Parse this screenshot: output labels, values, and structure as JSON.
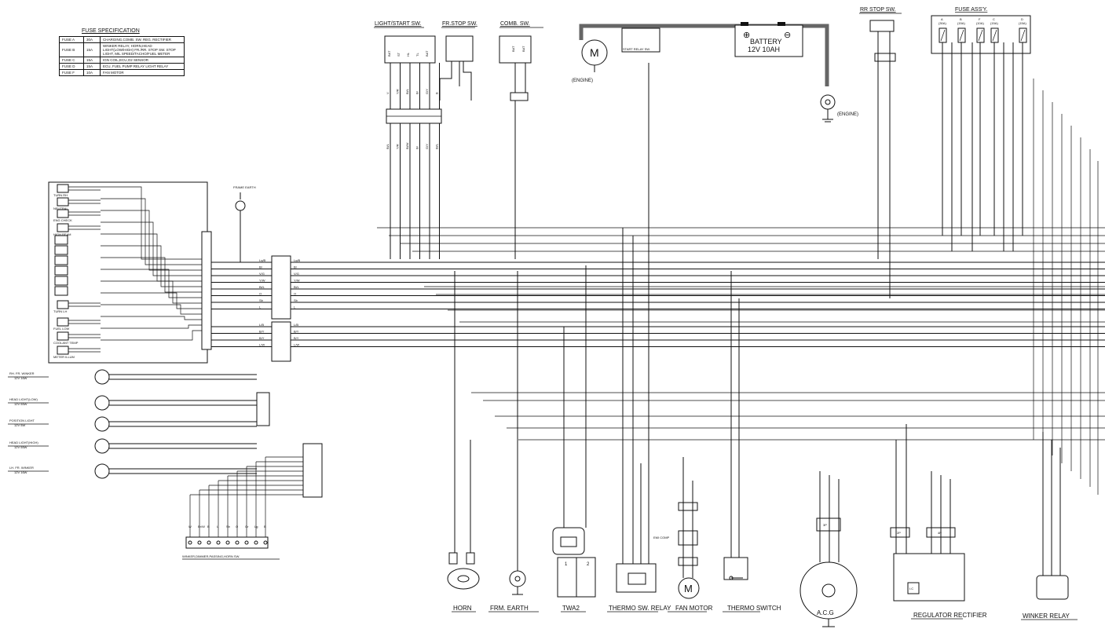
{
  "fuse_spec": {
    "title": "FUSE SPECIFICATION",
    "rows": [
      {
        "fuse": "FUSE A",
        "amp": "30A",
        "circuits": "CHARGING,COMB. SW. REG. RECTIFIER"
      },
      {
        "fuse": "FUSE B",
        "amp": "15A",
        "circuits": "WINKER RELAY, HORN,HEAD LIGHT(LOW/HIGH) FR./RR. STOP SW. STOP LIGHT, MIL SPEED/TACHO/FUEL METER"
      },
      {
        "fuse": "FUSE C",
        "amp": "15A",
        "circuits": "IGN COIL,ECU,O2 SENSOR"
      },
      {
        "fuse": "FUSE D",
        "amp": "15A",
        "circuits": "ECU, FUEL PUMP RELAY LIGHT RELAY"
      },
      {
        "fuse": "FUSE F",
        "amp": "10A",
        "circuits": "FAN MOTOR"
      }
    ]
  },
  "headers": {
    "light_start": "LIGHT/START SW.",
    "fr_stop": "FR.STOP SW.",
    "comb": "COMB. SW.",
    "rr_stop": "RR STOP SW.",
    "fuse_assy": "FUSE ASS'Y."
  },
  "battery": {
    "label": "BATTERY",
    "spec": "12V 10AH"
  },
  "engine_labels": {
    "motor": "(ENGINE)",
    "ground": "(ENGINE)",
    "start_relay": "START RELAY SW."
  },
  "frame_earth": "FRAME EARTH",
  "fuses": [
    {
      "letter": "A",
      "amp": "(30A)"
    },
    {
      "letter": "B",
      "amp": "(15A)"
    },
    {
      "letter": "F",
      "amp": "(10A)"
    },
    {
      "letter": "C",
      "amp": "(15A)"
    },
    {
      "letter": "D",
      "amp": "(15A)"
    }
  ],
  "light_start_pins": [
    "BAT",
    "ST",
    "HL",
    "TL",
    "BAT"
  ],
  "light_start_wires": [
    "V",
    "Y/R",
    "Bl/L",
    "Br",
    "G/Y",
    "B"
  ],
  "light_start_wires_lower": [
    "Bl/L",
    "Y/R",
    "Bl/W",
    "Br",
    "G/Y",
    "Bl/L"
  ],
  "comb_pins": [
    "BAT",
    "BAT"
  ],
  "meter_indicators": [
    "TURN RH",
    "NEUTRAL",
    "ENG CHECK",
    "HIGH BEAM",
    "TURN LH",
    "FUEL LOW",
    "COOLANT TEMP",
    "METER ILLUM"
  ],
  "left_components": [
    {
      "name": "RH. FR. WINKER",
      "spec": "12V 16W"
    },
    {
      "name": "HEAD LIGHT(LOW)",
      "spec": "12V 55W"
    },
    {
      "name": "POSITION LIGHT",
      "spec": "12V 5W"
    },
    {
      "name": "HEAD LIGHT(HIGH)",
      "spec": "12V 55W"
    },
    {
      "name": "LH. FR. WINKER",
      "spec": "12V 16W"
    }
  ],
  "winker_switch": {
    "label": "WINKER,DIMMER,PASSING,HORN SW.",
    "wires": [
      "W",
      "Br/W",
      "B",
      "L",
      "Sb",
      "O",
      "Gr",
      "Lg",
      "B"
    ]
  },
  "connector_wires_upper": [
    "Lg/B",
    "Br",
    "V/G",
    "Y/W",
    "Bl/L",
    "O",
    "Sb",
    "L"
  ],
  "connector_wires_lower": [
    "L/B",
    "B/Y",
    "B/Y",
    "L/W"
  ],
  "bottom_labels": {
    "horn": "HORN",
    "frm_earth": "FRM. EARTH",
    "twa2": "TWA2",
    "thermo_relay": "THERMO SW. RELAY",
    "fan_motor": "FAN MOTOR",
    "thermo_switch": "THERMO SWITCH",
    "acg": "A.C.G",
    "regulator": "REGULATOR RECTIFIER",
    "winker_relay": "WINKER RELAY"
  },
  "misc": {
    "emi_comp": "EMI COMP",
    "m": "M",
    "twa_pins": [
      "1",
      "2"
    ],
    "acg_conn": "3P",
    "reg_conn_a": "2P",
    "reg_conn_b": "4P",
    "ic": "I.C"
  }
}
